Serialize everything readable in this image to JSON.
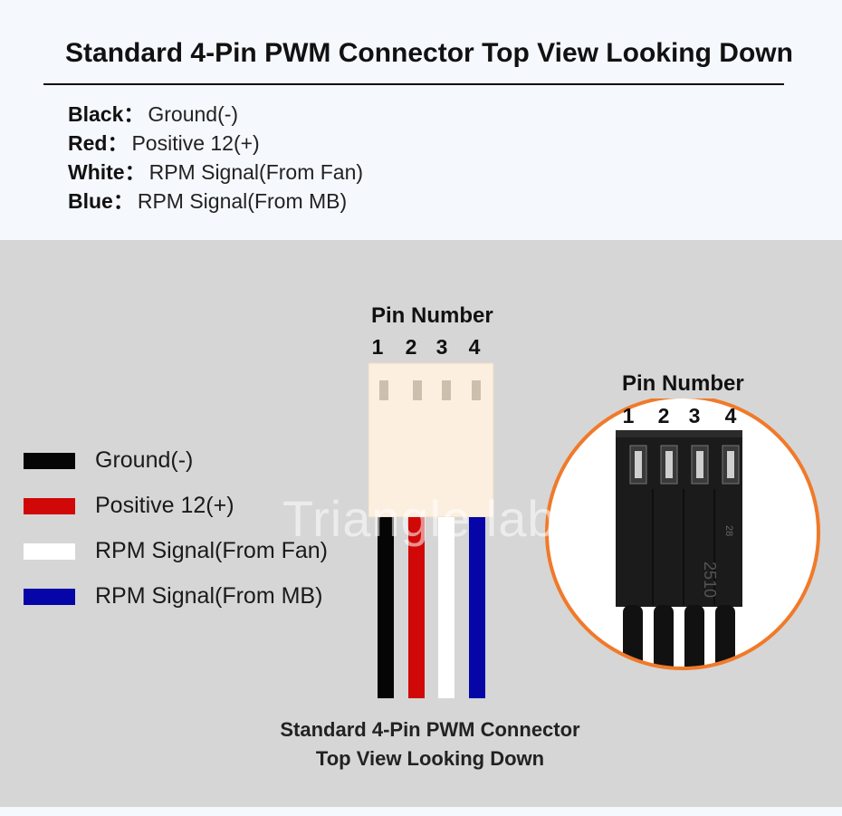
{
  "title": "Standard 4-Pin PWM Connector Top View Looking Down",
  "top_legend": [
    {
      "color_name": "Black",
      "sep": "：",
      "desc": "Ground(-)"
    },
    {
      "color_name": "Red",
      "sep": "：",
      "desc": "Positive 12(+)"
    },
    {
      "color_name": "White",
      "sep": "：",
      "desc": "RPM Signal(From Fan)"
    },
    {
      "color_name": "Blue",
      "sep": "：",
      "desc": "RPM  Signal(From MB)"
    }
  ],
  "swatch_legend": [
    {
      "color": "#050505",
      "label": "Ground(-)"
    },
    {
      "color": "#d00808",
      "label": "Positive 12(+)"
    },
    {
      "color": "#ffffff",
      "label": "RPM Signal(From Fan)"
    },
    {
      "color": "#0505a8",
      "label": "RPM Signal(From MB)"
    }
  ],
  "connector_left": {
    "heading": "Pin Number",
    "pins": [
      "1",
      "2",
      "3",
      "4"
    ],
    "body_color": "#fcefe0",
    "wire_colors": [
      "#050505",
      "#d00808",
      "#ffffff",
      "#0505a8"
    ]
  },
  "connector_right": {
    "heading": "Pin Number",
    "pins": [
      "1",
      "2",
      "3",
      "4"
    ],
    "circle_color": "#f07a2a",
    "marking": "2510",
    "small_marking": "28"
  },
  "watermark": "Triangle lab",
  "caption_line1": "Standard 4-Pin PWM Connector",
  "caption_line2": "Top View Looking Down"
}
